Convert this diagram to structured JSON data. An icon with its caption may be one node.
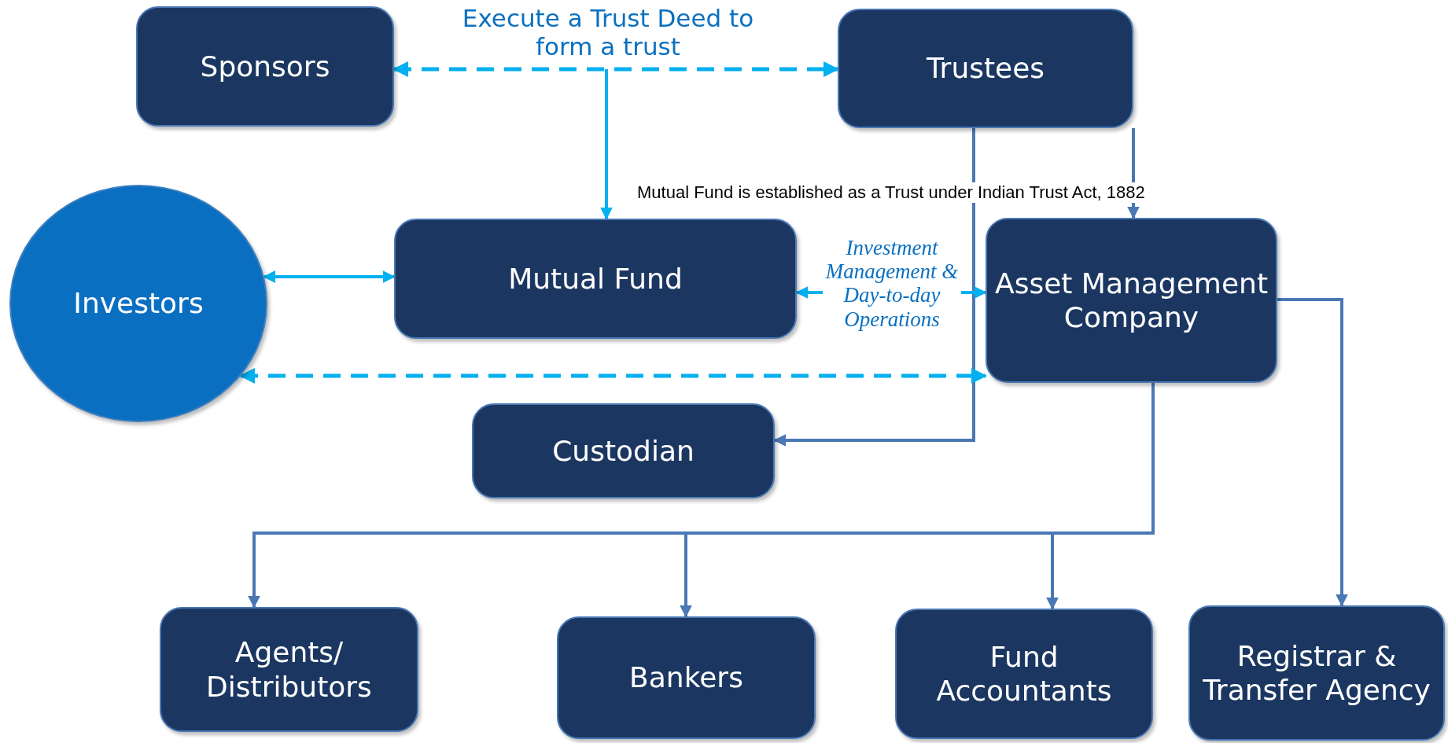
{
  "diagram": {
    "nodes": [
      {
        "text": [
          "Sponsors"
        ]
      },
      {
        "text": [
          "Trustees"
        ]
      },
      {
        "text": [
          "Investors"
        ]
      },
      {
        "text": [
          "Mutual Fund"
        ]
      },
      {
        "text": [
          "Asset Management Company"
        ]
      },
      {
        "text": [
          "Custodian"
        ]
      },
      {
        "text": [
          "Agents/ Distributors"
        ]
      },
      {
        "text": [
          "Bankers"
        ]
      },
      {
        "text": [
          "Fund Accountants"
        ]
      },
      {
        "text": [
          "Registrar & Transfer Agency"
        ]
      }
    ],
    "edges": [
      {
        "from": 0,
        "to": 1,
        "arrow": "both",
        "style": "dashed",
        "color": "#00b0f0",
        "label": "Execute a Trust Deed to form a trust"
      },
      {
        "from": null,
        "to": 3,
        "arrow": "to",
        "color": "#00b0f0"
      },
      {
        "from": 1,
        "to": 5,
        "arrow": "to"
      },
      {
        "from": 1,
        "to": 4,
        "arrow": "to"
      },
      {
        "from": 2,
        "to": 3,
        "arrow": "both",
        "color": "#00b0f0"
      },
      {
        "from": 3,
        "to": 4,
        "arrow": "both",
        "color": "#00b0f0",
        "label": "Investment Management & Day-to-day Operations"
      },
      {
        "from": 2,
        "to": 4,
        "arrow": "both",
        "style": "dashed",
        "color": "#00b0f0"
      },
      {
        "from": 4,
        "to": 6,
        "arrow": "to"
      },
      {
        "from": 4,
        "to": 7,
        "arrow": "to"
      },
      {
        "from": 4,
        "to": 8,
        "arrow": "to"
      },
      {
        "from": 4,
        "to": 9,
        "arrow": "to"
      }
    ],
    "labels": [
      "Mutual Fund is established as a Trust under Indian Trust Act, 1882"
    ]
  }
}
